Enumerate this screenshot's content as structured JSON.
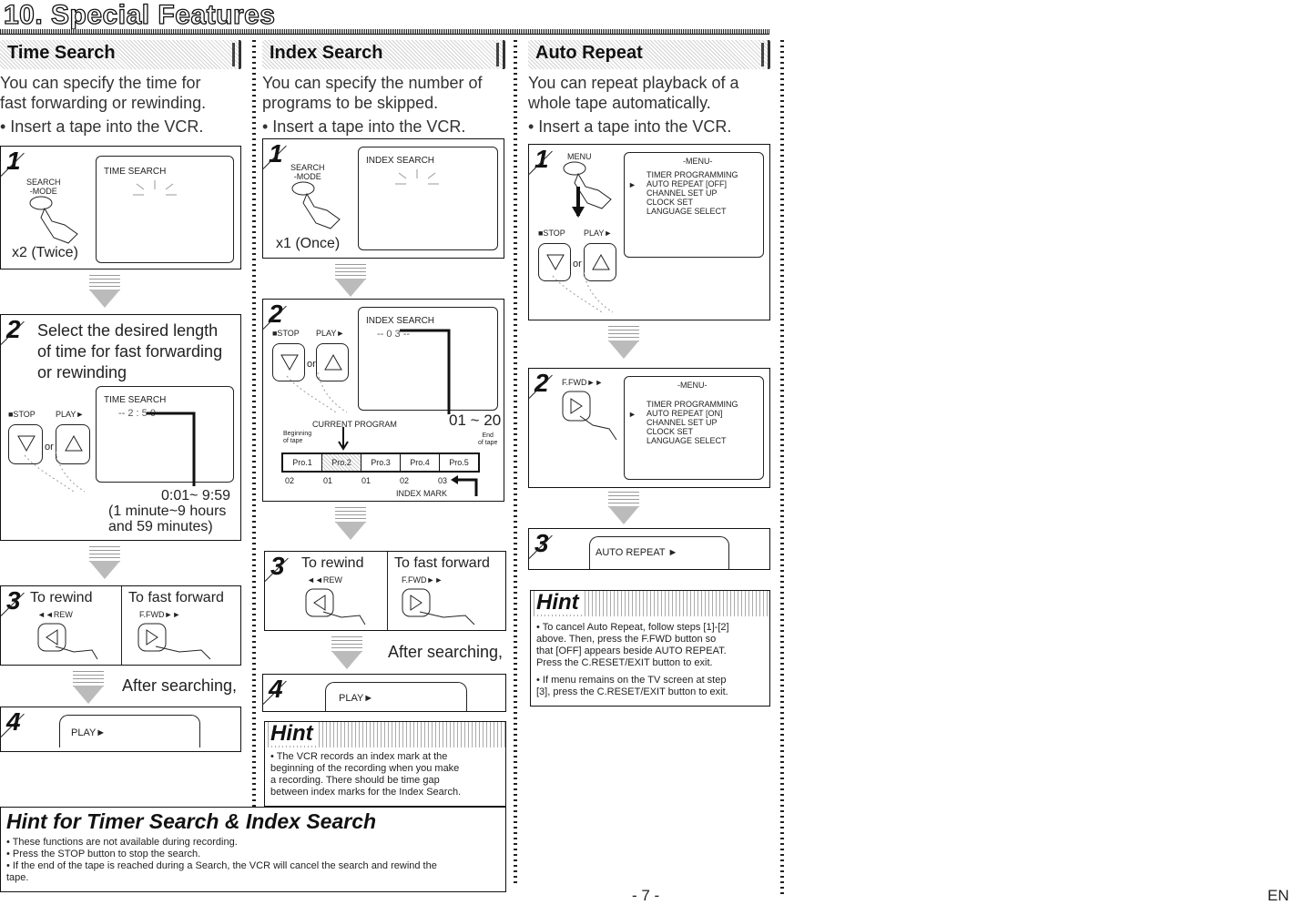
{
  "header": {
    "title": "10. Special Features"
  },
  "time_search": {
    "heading": "Time Search",
    "intro1": "You can specify the time for",
    "intro2": "fast forwarding or rewinding.",
    "insert": "• Insert a tape into the VCR.",
    "step1": {
      "num": "1",
      "button": "SEARCH\n-MODE",
      "screen": "TIME SEARCH",
      "times": "x2 (Twice)"
    },
    "step2": {
      "num": "2",
      "line1": "Select the desired length",
      "line2": "of time for fast forwarding",
      "line3": "or rewinding",
      "stop": "■STOP",
      "play": "PLAY►",
      "or": "or",
      "screen": "TIME SEARCH",
      "value": "-- 2 : 5 0 --",
      "range": "0:01~ 9:59",
      "range2": "(1 minute~9 hours",
      "range3": "and 59 minutes)"
    },
    "step3": {
      "num": "3",
      "rewind": "To rewind",
      "ff": "To fast forward",
      "rew_btn": "◄◄REW",
      "ffwd_btn": "F.FWD►►"
    },
    "after": "After searching,",
    "step4": {
      "num": "4",
      "play": "PLAY►"
    }
  },
  "index_search": {
    "heading": "Index Search",
    "intro1": "You can specify the number of",
    "intro2": "programs to be skipped.",
    "insert": "• Insert a tape into the VCR.",
    "step1": {
      "num": "1",
      "button": "SEARCH\n-MODE",
      "screen": "INDEX SEARCH",
      "times": "x1 (Once)"
    },
    "step2": {
      "num": "2",
      "stop": "■STOP",
      "play": "PLAY►",
      "or": "or",
      "screen": "INDEX SEARCH",
      "value": "-- 0 3 --",
      "current": "CURRENT PROGRAM",
      "range": "01 ~ 20",
      "begin": "Beginning\nof tape",
      "end": "End\nof tape",
      "programs": [
        "Pro.1",
        "Pro.2",
        "Pro.3",
        "Pro.4",
        "Pro.5"
      ],
      "marks": [
        "02",
        "01",
        "01",
        "02",
        "03"
      ],
      "index_mark": "INDEX MARK"
    },
    "step3": {
      "num": "3",
      "rewind": "To rewind",
      "ff": "To fast forward",
      "rew_btn": "◄◄REW",
      "ffwd_btn": "F.FWD►►"
    },
    "after": "After searching,",
    "step4": {
      "num": "4",
      "play": "PLAY►"
    },
    "hint": {
      "title": "Hint",
      "lines": [
        "• The VCR records an index mark at the",
        "   beginning of the recording when you make",
        "   a recording. There should be time gap",
        "   between index marks for the Index Search."
      ]
    }
  },
  "auto_repeat": {
    "heading": "Auto Repeat",
    "intro1": "You can repeat playback of a",
    "intro2": "whole tape automatically.",
    "insert": "• Insert a tape into the VCR.",
    "step1": {
      "num": "1",
      "menu_btn": "MENU",
      "stop": "■STOP",
      "play": "PLAY►",
      "or": "or",
      "menu_title": "-MENU-",
      "items": [
        "TIMER PROGRAMMING",
        "AUTO REPEAT  [OFF]",
        "CHANNEL SET UP",
        "CLOCK SET",
        "LANGUAGE SELECT"
      ],
      "cursor": "►"
    },
    "step2": {
      "num": "2",
      "ffwd_btn": "F.FWD►►",
      "menu_title": "-MENU-",
      "items": [
        "TIMER PROGRAMMING",
        "AUTO REPEAT  [ON]",
        "CHANNEL SET UP",
        "CLOCK SET",
        "LANGUAGE SELECT"
      ],
      "cursor": "►"
    },
    "step3": {
      "num": "3",
      "screen": "AUTO REPEAT ►"
    },
    "hint": {
      "title": "Hint",
      "lines": [
        "• To cancel Auto Repeat, follow steps [1]-[2]",
        "   above. Then, press the F.FWD button so",
        "   that [OFF] appears beside AUTO REPEAT.",
        "   Press the C.RESET/EXIT button to exit.",
        "• If menu remains on the TV screen at step",
        "   [3], press the C.RESET/EXIT button to exit."
      ]
    }
  },
  "timer_hint": {
    "title": "Hint for Timer Search & Index Search",
    "lines": [
      "• These functions are not available during recording.",
      "• Press the STOP button to stop the search.",
      "• If the end of the tape is reached during a Search, the VCR will cancel the search and rewind the",
      "   tape."
    ]
  },
  "footer": {
    "page": "- 7 -",
    "lang": "EN"
  }
}
